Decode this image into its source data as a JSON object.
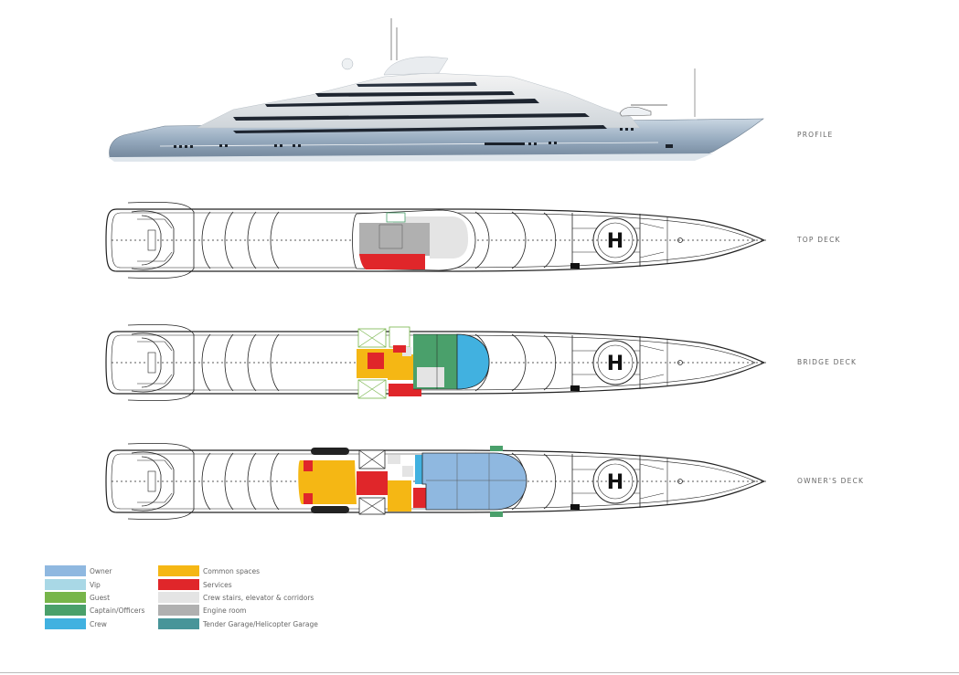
{
  "decks": [
    {
      "id": "profile",
      "label": "PROFILE"
    },
    {
      "id": "top",
      "label": "TOP DECK"
    },
    {
      "id": "bridge",
      "label": "BRIDGE DECK"
    },
    {
      "id": "owners",
      "label": "OWNER'S DECK"
    }
  ],
  "helipad_symbol": "H",
  "legend": {
    "left": [
      {
        "label": "Owner",
        "color": "#8fb8e0"
      },
      {
        "label": "Vip",
        "color": "#a9d8e6"
      },
      {
        "label": "Guest",
        "color": "#77b54a"
      },
      {
        "label": "Captain/Officers",
        "color": "#4aa06b"
      },
      {
        "label": "Crew",
        "color": "#41b1e0"
      }
    ],
    "right": [
      {
        "label": "Common spaces",
        "color": "#f5b714"
      },
      {
        "label": "Services",
        "color": "#e0262a"
      },
      {
        "label": "Crew stairs, elevator & corridors",
        "color": "#e4e4e4"
      },
      {
        "label": "Engine room",
        "color": "#b0b0b0"
      },
      {
        "label": "Tender Garage/Helicopter Garage",
        "color": "#489599"
      }
    ]
  }
}
